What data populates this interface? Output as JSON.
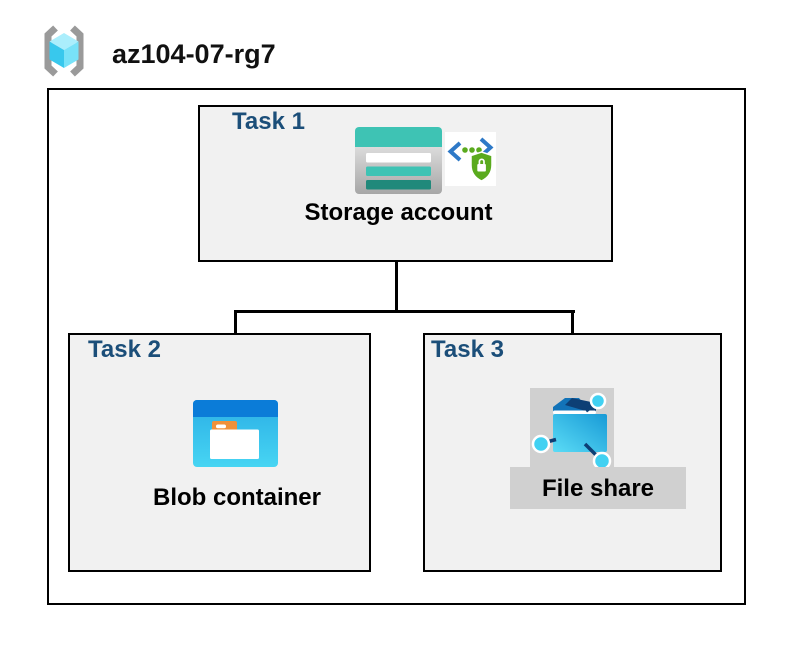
{
  "header": {
    "title": "az104-07-rg7",
    "icon": "resource-group-icon"
  },
  "diagram": {
    "resource_group": "az104-07-rg7",
    "tasks": [
      {
        "label": "Task 1",
        "resource": "Storage account",
        "icons": [
          "storage-account-icon",
          "secured-endpoint-icon"
        ]
      },
      {
        "label": "Task 2",
        "resource": "Blob container",
        "icons": [
          "blob-container-icon"
        ]
      },
      {
        "label": "Task 3",
        "resource": "File share",
        "icons": [
          "file-share-icon"
        ]
      }
    ],
    "connections": [
      {
        "from": "Storage account",
        "to": "Blob container"
      },
      {
        "from": "Storage account",
        "to": "File share"
      }
    ]
  },
  "colors": {
    "task_label_blue": "#1b4e79",
    "task_box_fill": "#f1f1f1",
    "border_black": "#000000",
    "storage_teal": "#3ec3b4",
    "storage_teal_dark": "#20897b",
    "blob_top_blue": "#0b7cd8",
    "blob_body_cyan": "#38c6ee",
    "folder_tab_orange": "#f0913a",
    "file_share_gray": "#d0d0d0",
    "endpoint_green": "#5aaa1e",
    "endpoint_blue": "#2e79c7",
    "rg_cube_cyan": "#50d8f2",
    "rg_bracket_gray": "#9a9a9a"
  }
}
